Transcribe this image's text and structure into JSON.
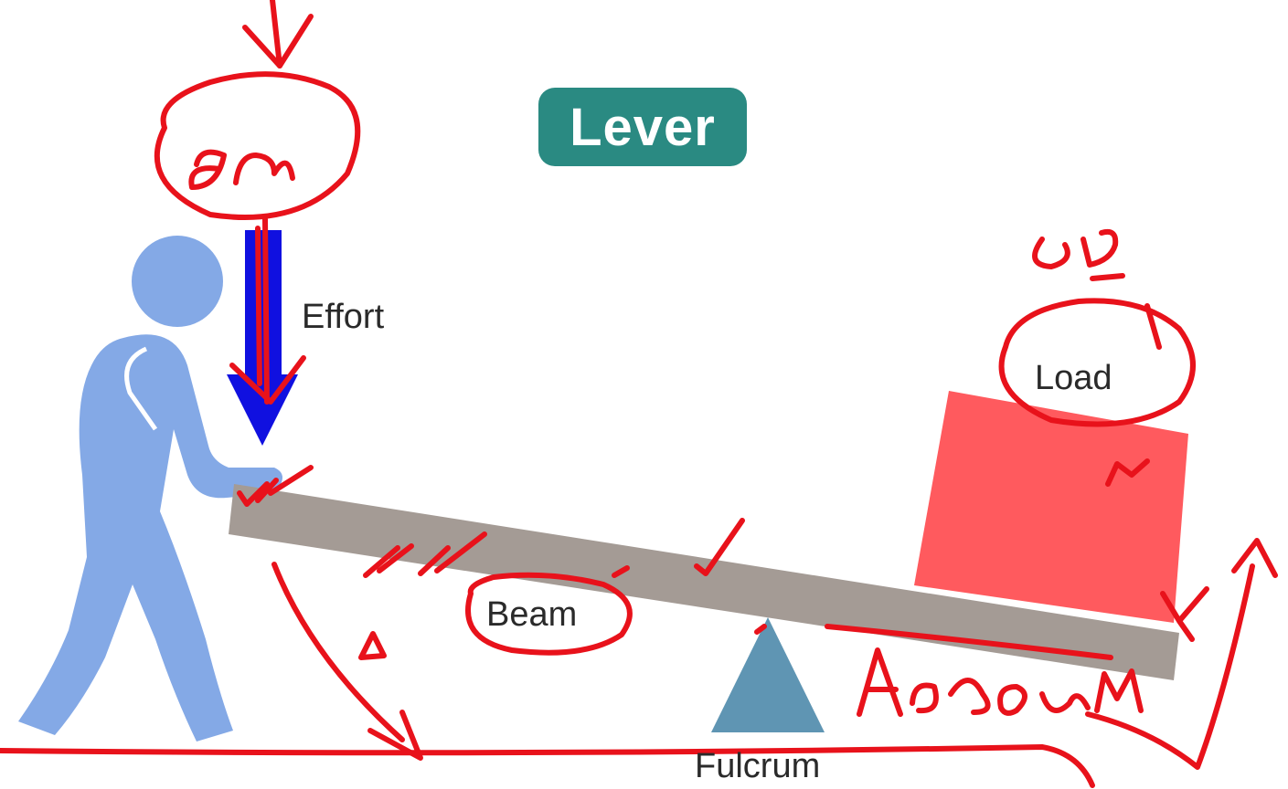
{
  "title": "Lever",
  "labels": {
    "effort": "Effort",
    "load": "Load",
    "beam": "Beam",
    "fulcrum": "Fulcrum"
  },
  "colors": {
    "title_bg": "#2a8a82",
    "person": "#84a9e6",
    "effort_arrow": "#1010e0",
    "beam": "#a49b95",
    "load_box": "#ff5a5e",
    "fulcrum": "#5f95b3",
    "annotation": "#e8121b"
  },
  "icons": [
    "person-icon",
    "effort-arrow-icon",
    "fulcrum-triangle-icon",
    "load-box-icon"
  ]
}
